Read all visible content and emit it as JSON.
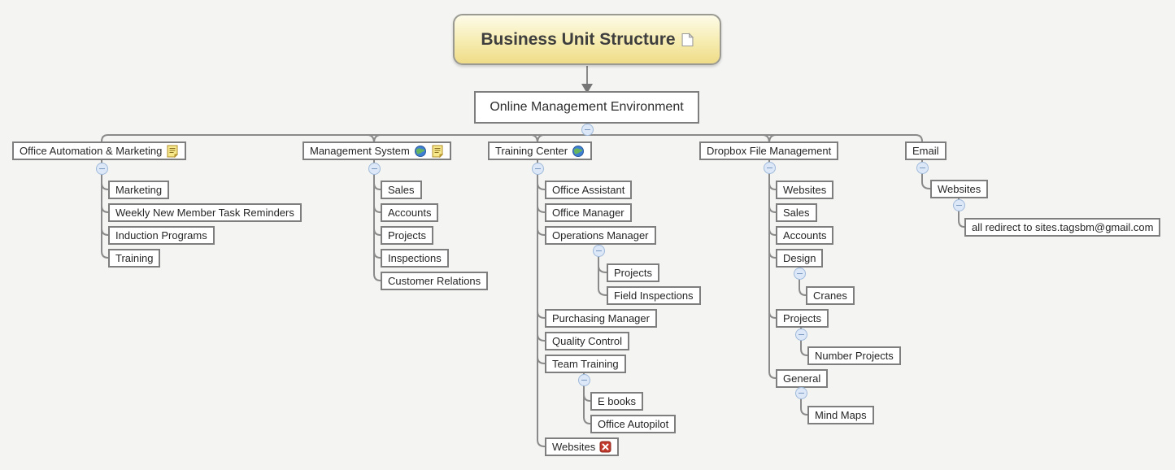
{
  "colors": {
    "background": "#f4f4f2",
    "node_border": "#7e7e7e",
    "node_fill": "#ffffff",
    "connector": "#8a8a8a",
    "root_fill_top": "#fdfbe8",
    "root_fill_bottom": "#efdc88",
    "root_border": "#9a9a93",
    "toggle_fill": "#dce8f8",
    "toggle_border": "#9fb9da",
    "note_icon_yellow": "#f7e98b",
    "globe_icon_blue": "#3e7fd6",
    "spreadsheet_icon_red": "#c0392b",
    "text": "#262626"
  },
  "root": {
    "label": "Business Unit Structure",
    "icons": [
      "document-icon"
    ]
  },
  "center": {
    "label": "Online Management Environment"
  },
  "branches": [
    {
      "label": "Office Automation & Marketing",
      "icons": [
        "note-icon"
      ],
      "children": [
        {
          "label": "Marketing"
        },
        {
          "label": "Weekly New Member Task Reminders"
        },
        {
          "label": "Induction Programs"
        },
        {
          "label": "Training"
        }
      ]
    },
    {
      "label": "Management System",
      "icons": [
        "globe-icon",
        "note-icon"
      ],
      "children": [
        {
          "label": "Sales"
        },
        {
          "label": "Accounts"
        },
        {
          "label": "Projects"
        },
        {
          "label": "Inspections"
        },
        {
          "label": "Customer Relations"
        }
      ]
    },
    {
      "label": "Training Center",
      "icons": [
        "globe-icon"
      ],
      "children": [
        {
          "label": "Office Assistant"
        },
        {
          "label": "Office Manager"
        },
        {
          "label": "Operations Manager",
          "children": [
            {
              "label": "Projects"
            },
            {
              "label": "Field Inspections"
            }
          ]
        },
        {
          "label": "Purchasing Manager"
        },
        {
          "label": "Quality Control"
        },
        {
          "label": "Team Training",
          "children": [
            {
              "label": "E books"
            },
            {
              "label": "Office Autopilot"
            }
          ]
        },
        {
          "label": "Websites",
          "icons": [
            "spreadsheet-icon"
          ]
        }
      ]
    },
    {
      "label": "Dropbox File Management",
      "children": [
        {
          "label": "Websites"
        },
        {
          "label": "Sales"
        },
        {
          "label": "Accounts"
        },
        {
          "label": "Design",
          "children": [
            {
              "label": "Cranes"
            }
          ]
        },
        {
          "label": "Projects",
          "children": [
            {
              "label": "Number Projects"
            }
          ]
        },
        {
          "label": "General",
          "children": [
            {
              "label": "Mind Maps"
            }
          ]
        }
      ]
    },
    {
      "label": "Email",
      "children": [
        {
          "label": "Websites",
          "children": [
            {
              "label": "all redirect to sites.tagsbm@gmail.com"
            }
          ]
        }
      ]
    }
  ]
}
